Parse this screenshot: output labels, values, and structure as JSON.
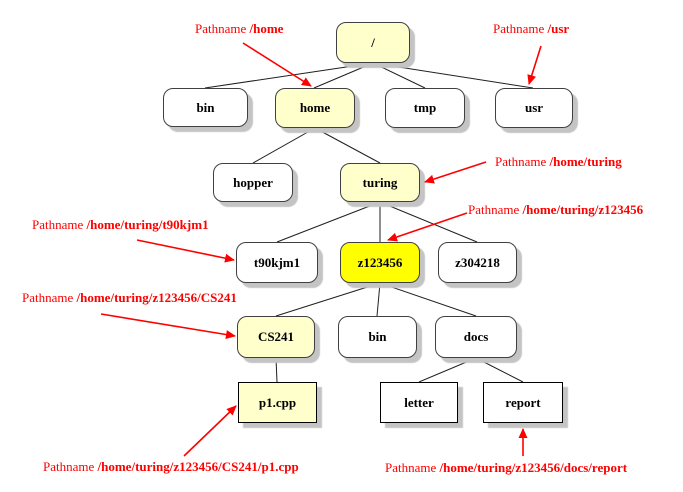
{
  "figure": {
    "background": "#FFFFFF",
    "colors": {
      "annotation_red": "#FF0000",
      "highlight_path_fill": "#FFFFCC",
      "selected_node_fill": "#FFFF00",
      "plain_node_fill": "#FFFFFF",
      "edge_color": "#000000",
      "shadow_gray": "#C4C4C4"
    },
    "nodes": [
      {
        "label": "/",
        "kind": "directory",
        "fill": "cream"
      },
      {
        "label": "bin",
        "kind": "directory",
        "fill": "white"
      },
      {
        "label": "home",
        "kind": "directory",
        "fill": "cream"
      },
      {
        "label": "tmp",
        "kind": "directory",
        "fill": "white"
      },
      {
        "label": "usr",
        "kind": "directory",
        "fill": "white"
      },
      {
        "label": "hopper",
        "kind": "directory",
        "fill": "white"
      },
      {
        "label": "turing",
        "kind": "directory",
        "fill": "cream"
      },
      {
        "label": "t90kjm1",
        "kind": "directory",
        "fill": "white"
      },
      {
        "label": "z123456",
        "kind": "directory",
        "fill": "yellow"
      },
      {
        "label": "z304218",
        "kind": "directory",
        "fill": "white"
      },
      {
        "label": "CS241",
        "kind": "directory",
        "fill": "cream"
      },
      {
        "label": "bin",
        "kind": "directory",
        "fill": "white"
      },
      {
        "label": "docs",
        "kind": "directory",
        "fill": "white"
      },
      {
        "label": "p1.cpp",
        "kind": "file",
        "fill": "cream"
      },
      {
        "label": "letter",
        "kind": "file",
        "fill": "white"
      },
      {
        "label": "report",
        "kind": "file",
        "fill": "white"
      }
    ],
    "annotations": [
      {
        "prefix": "Pathname ",
        "path": "/home"
      },
      {
        "prefix": "Pathname ",
        "path": "/usr"
      },
      {
        "prefix": "Pathname ",
        "path": "/home/turing"
      },
      {
        "prefix": "Pathname ",
        "path": "/home/turing/z123456"
      },
      {
        "prefix": "Pathname ",
        "path": "/home/turing/t90kjm1"
      },
      {
        "prefix": "Pathname ",
        "path": "/home/turing/z123456/CS241"
      },
      {
        "prefix": "Pathname ",
        "path": "/home/turing/z123456/CS241/p1.cpp"
      },
      {
        "prefix": "Pathname ",
        "path": "/home/turing/z123456/docs/report"
      }
    ]
  }
}
